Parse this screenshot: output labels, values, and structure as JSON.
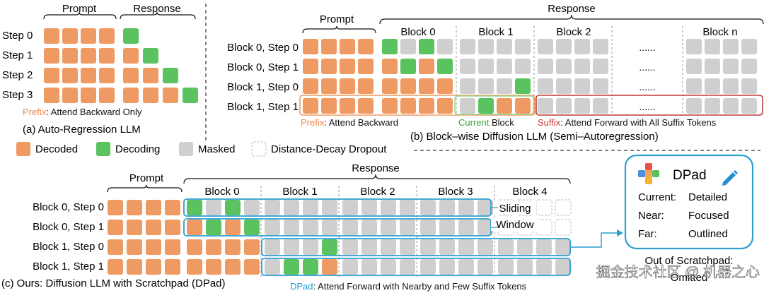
{
  "colors": {
    "decoded": "#ef9a62",
    "decoding": "#5ac35f",
    "masked": "#cfcfcf",
    "prefix_text": "#ef8a4c",
    "current_text": "#3aa53f",
    "suffix_text": "#cc3b3b",
    "dpad_text": "#1aa0d6",
    "window_outline": "#2a9fd0",
    "suffix_outline": "#c03a3a"
  },
  "panel_a": {
    "prompt_label": "Prompt",
    "response_label": "Response",
    "rows": [
      "Step 0",
      "Step 1",
      "Step 2",
      "Step 3"
    ],
    "prefix_word": "Prefix",
    "prefix_rest": ": Attend Backward Only",
    "caption": "(a) Auto-Regression LLM"
  },
  "panel_b": {
    "prompt_label": "Prompt",
    "response_label": "Response",
    "blocks": [
      "Block 0",
      "Block 1",
      "Block 2",
      "Block n"
    ],
    "ellipsis": "......",
    "rows": [
      "Block 0, Step 0",
      "Block 0, Step 1",
      "Block 1, Step 0",
      "Block 1, Step 1"
    ],
    "prefix_word": "Prefix",
    "prefix_rest": ": Attend Backward",
    "current_word": "Current",
    "current_rest": " Block",
    "suffix_word": "Suffix",
    "suffix_rest": ": Attend Forward with All Suffix Tokens",
    "caption": "(b) Block–wise Diffusion LLM (Semi–Autoregression)"
  },
  "legend": {
    "decoded": "Decoded",
    "decoding": "Decoding",
    "masked": "Masked",
    "dropout": "Distance-Decay Dropout"
  },
  "panel_c": {
    "prompt_label": "Prompt",
    "response_label": "Response",
    "blocks": [
      "Block 0",
      "Block 1",
      "Block 2",
      "Block 3",
      "Block 4"
    ],
    "rows": [
      "Block 0, Step 0",
      "Block 0, Step 1",
      "Block 1, Step 0",
      "Block 1, Step 1"
    ],
    "sliding_label": "Sliding",
    "window_label": "Window",
    "caption": "(c) Ours: Diffusion LLM with Scratchpad (DPad)",
    "dpad_word": "DPad",
    "dpad_rest": ": Attend Forward with Nearby and Few Suffix Tokens"
  },
  "dpad_card": {
    "title": "DPad",
    "rows": [
      {
        "key": "Current:",
        "value": "Detailed"
      },
      {
        "key": "Near:",
        "value": "Focused"
      },
      {
        "key": "Far:",
        "value": "Outlined"
      }
    ],
    "out_of_scratchpad": "Out of Scratchpad:",
    "omitted": "Omitted"
  },
  "watermark": "掘金技术社区 @ 机器之心"
}
